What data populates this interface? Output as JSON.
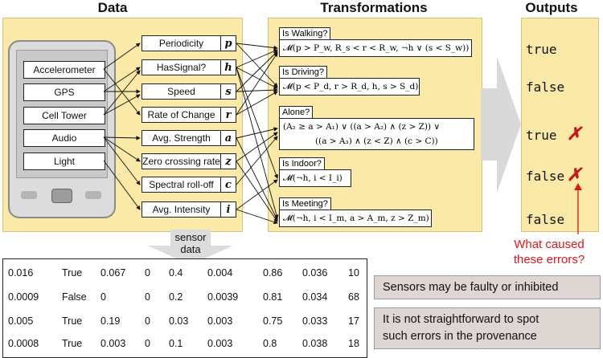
{
  "headings": {
    "data": "Data",
    "transformations": "Transformations",
    "outputs": "Outputs"
  },
  "sensors": [
    "Accelerometer",
    "GPS",
    "Cell Tower",
    "Audio",
    "Light"
  ],
  "features": [
    {
      "label": "Periodicity",
      "sym": "p"
    },
    {
      "label": "HasSignal?",
      "sym": "h"
    },
    {
      "label": "Speed",
      "sym": "s"
    },
    {
      "label": "Rate of Change",
      "sym": "r"
    },
    {
      "label": "Avg. Strength",
      "sym": "a"
    },
    {
      "label": "Zero crossing rate",
      "sym": "z"
    },
    {
      "label": "Spectral roll-off",
      "sym": "c"
    },
    {
      "label": "Avg. Intensity",
      "sym": "i"
    }
  ],
  "transformations": [
    {
      "title": "Is Walking?",
      "formula": "𝓜(p > P_w, R_s < r < R_w, ¬h ∨ (s < S_w))"
    },
    {
      "title": "Is Driving?",
      "formula": "𝓜(p < P_d, r > R_d, h, s > S_d)"
    },
    {
      "title": "Alone?",
      "formula_line1": "(A₂ ≥ a > A₁) ∨ ((a > A₂) ∧ (z > Z)) ∨",
      "formula_line2": "((a > A₃) ∧ (z < Z) ∧ (c > C))"
    },
    {
      "title": "Is Indoor?",
      "formula": "𝓜(¬h, i < I_i)"
    },
    {
      "title": "Is Meeting?",
      "formula": "𝓜(¬h, i < I_m, a > A_m, z > Z_m)"
    }
  ],
  "outputs": [
    "true",
    "false",
    "true",
    "false",
    "false"
  ],
  "error_marks": [
    "✗",
    "✗"
  ],
  "error_question": {
    "line1": "What caused",
    "line2": "these errors?"
  },
  "sensor_data_label": {
    "line1": "sensor",
    "line2": "data"
  },
  "table_rows": [
    [
      "0.016",
      "True",
      "0.067",
      "0",
      "0.4",
      "0.004",
      "0.86",
      "0.036",
      "10"
    ],
    [
      "0.0009",
      "False",
      "0",
      "0",
      "0.2",
      "0.0039",
      "0.81",
      "0.034",
      "68"
    ],
    [
      "0.005",
      "True",
      "0.19",
      "0",
      "0.03",
      "0.003",
      "0.75",
      "0.033",
      "17"
    ],
    [
      "0.0008",
      "True",
      "0.003",
      "0",
      "0.1",
      "0.003",
      "0.8",
      "0.038",
      "18"
    ]
  ],
  "notes": {
    "faulty": "Sensors may be faulty or inhibited",
    "provenance_line1": "It is not straightforward to spot",
    "provenance_line2": "such errors in the provenance"
  }
}
